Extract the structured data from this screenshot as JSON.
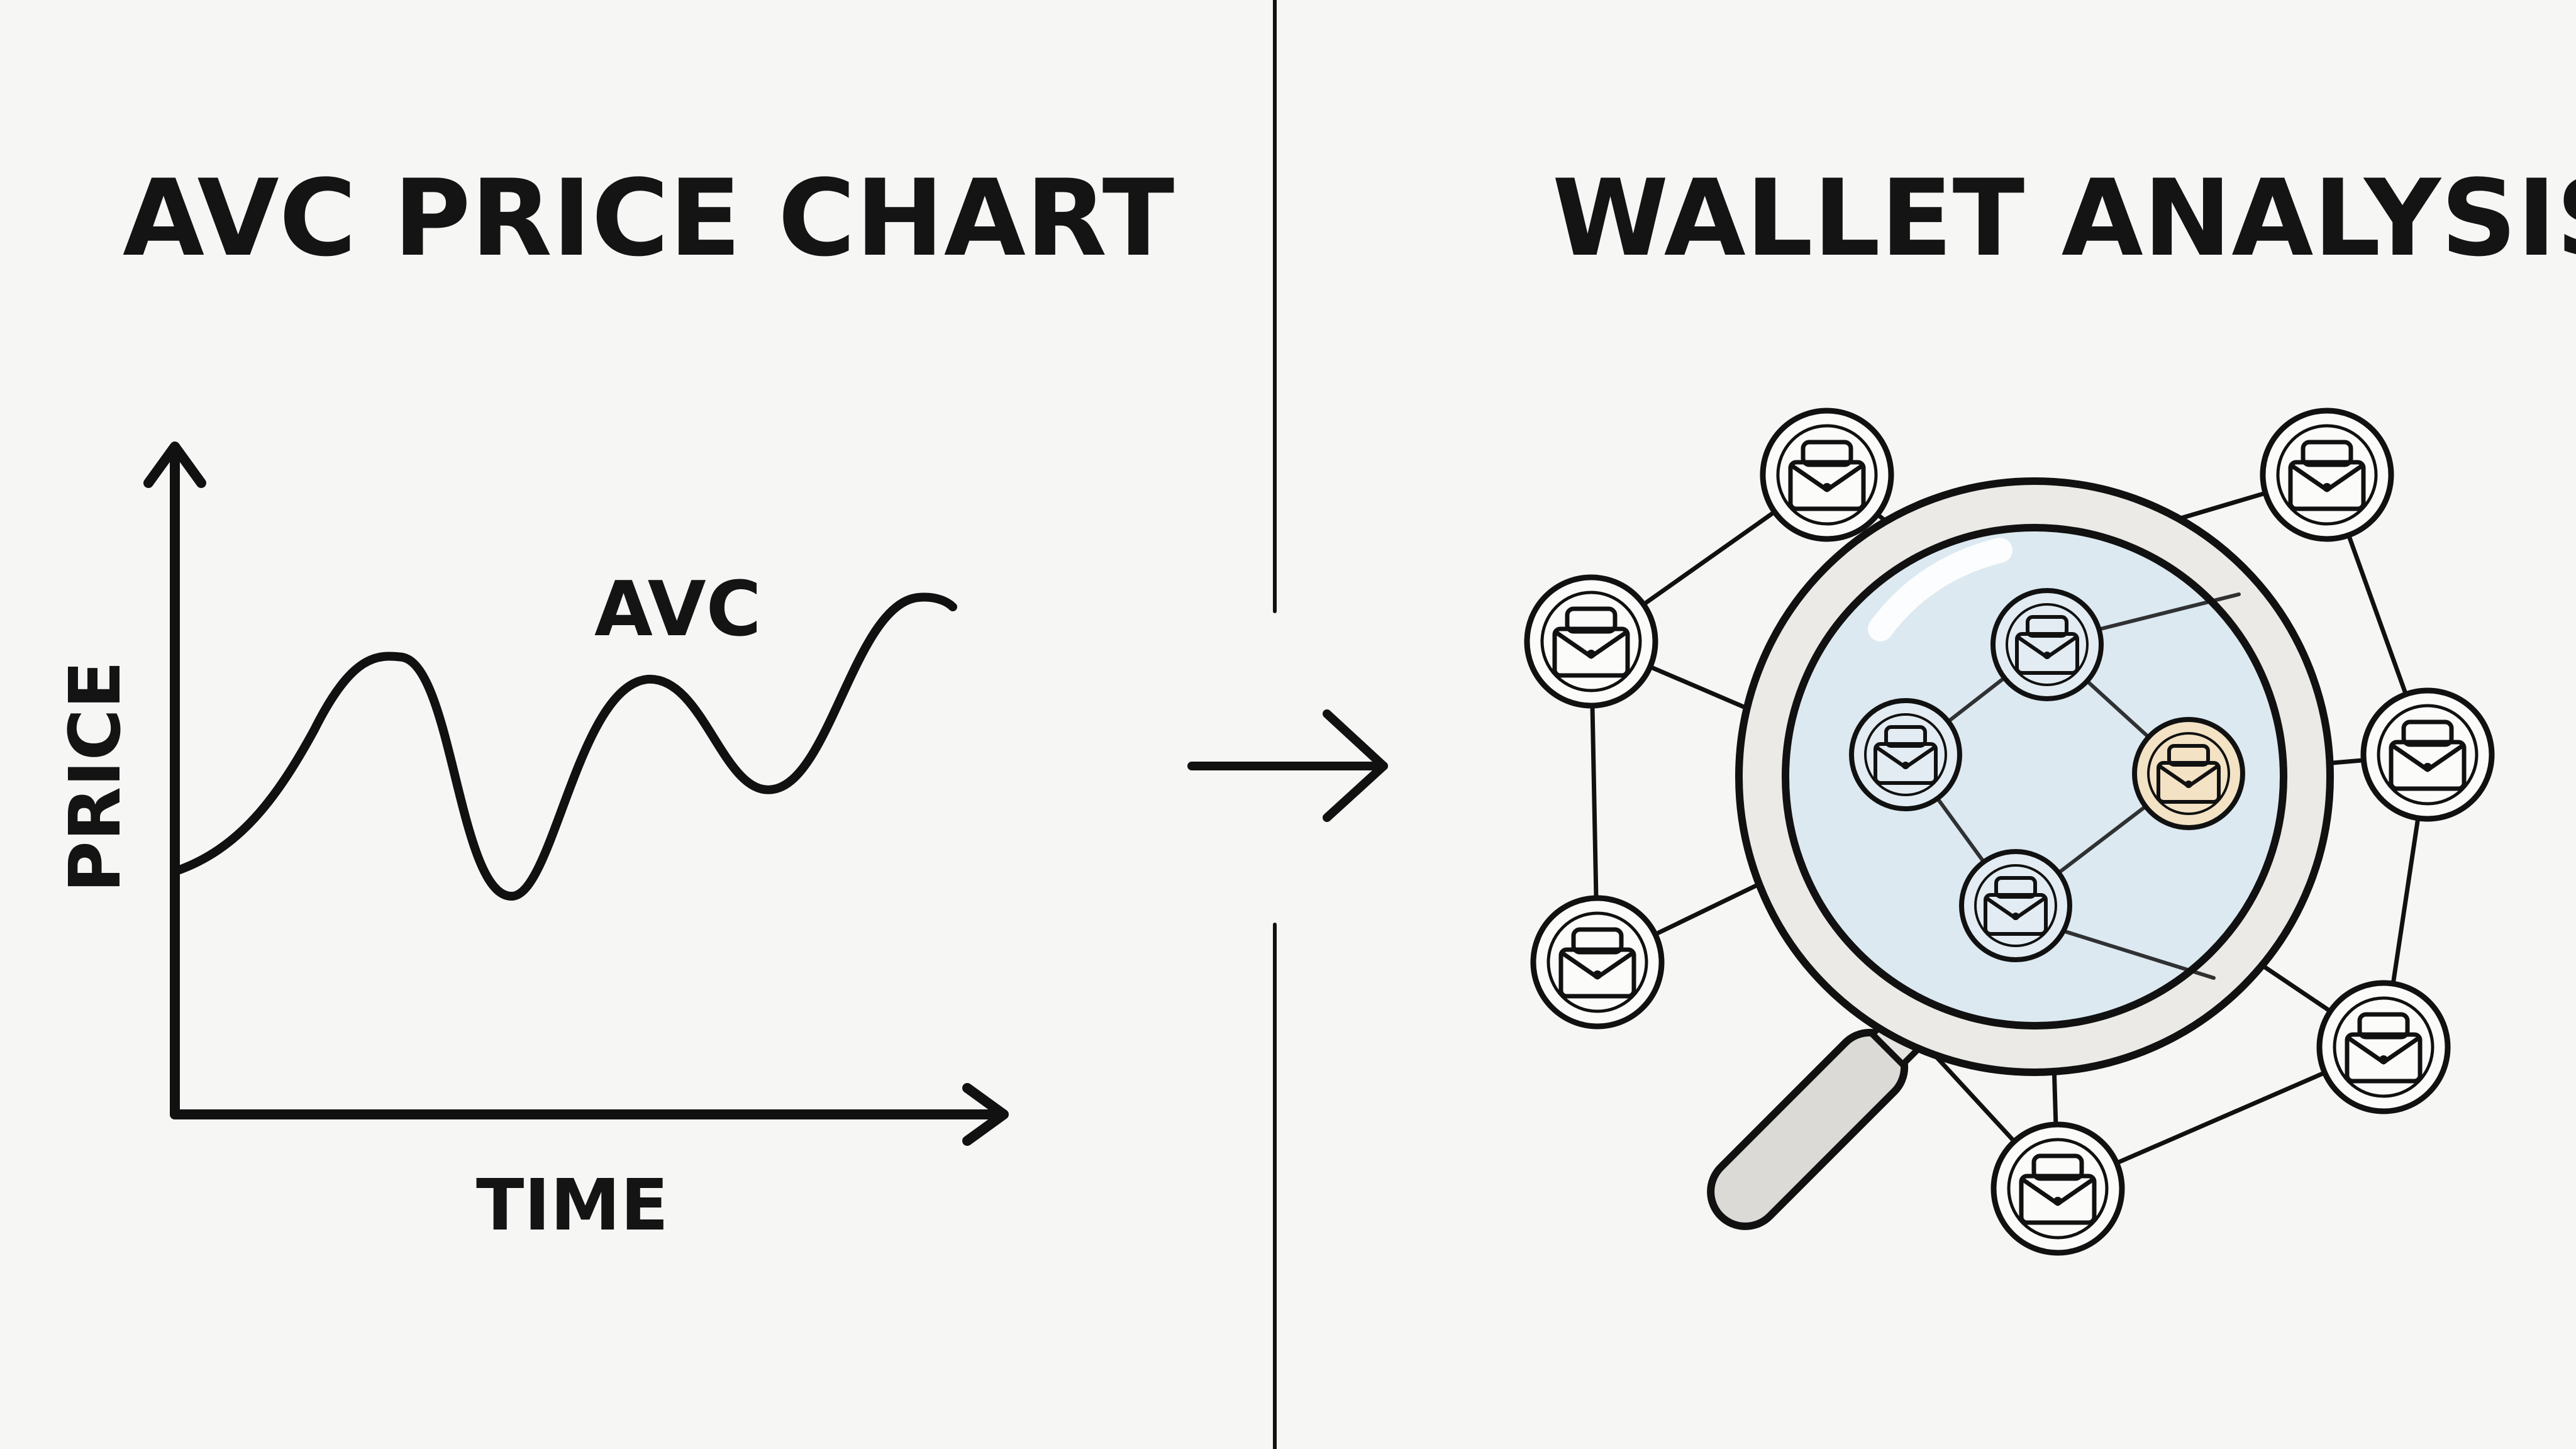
{
  "left_panel": {
    "title": "AVC PRICE CHART",
    "y_axis_label": "PRICE",
    "x_axis_label": "TIME",
    "series_label": "AVC"
  },
  "right_panel": {
    "title": "WALLET ANALYSIS"
  },
  "icons": {
    "transition": "arrow-right-icon",
    "magnifier": "magnifying-glass-icon",
    "node": "wallet-icon"
  },
  "colors": {
    "background": "#f6f6f4",
    "ink": "#111111",
    "lens_tint": "#dce9f1",
    "highlight_node": "#f3e2c4",
    "handle": "#dcdad6"
  }
}
